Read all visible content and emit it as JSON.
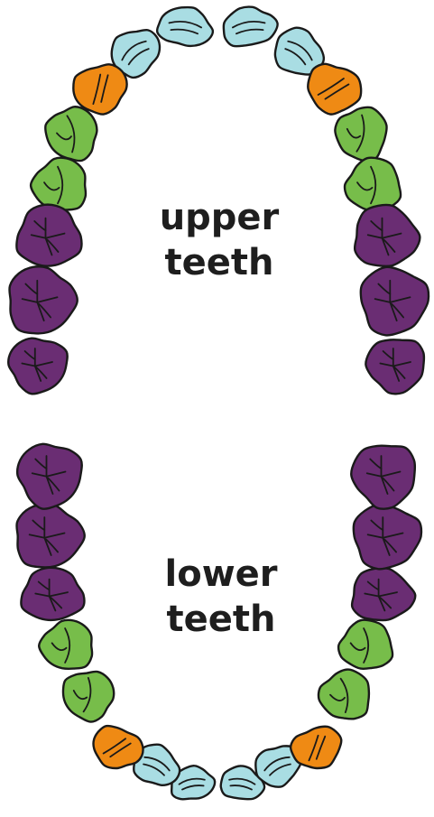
{
  "labels": {
    "upper_line1": "upper",
    "upper_line2": "teeth",
    "lower_line1": "lower",
    "lower_line2": "teeth"
  },
  "tooth_types": {
    "incisor": "#a9dde3",
    "canine": "#ef8a14",
    "premolar": "#77bd4a",
    "molar": "#6a2d73"
  },
  "upper_arch": [
    "incisor",
    "incisor",
    "canine",
    "premolar",
    "premolar",
    "molar",
    "molar",
    "molar"
  ],
  "lower_arch": [
    "incisor",
    "incisor",
    "canine",
    "premolar",
    "premolar",
    "molar",
    "molar",
    "molar"
  ],
  "outline_color": "#1a1a1a",
  "label_color": "#1e1e1e"
}
